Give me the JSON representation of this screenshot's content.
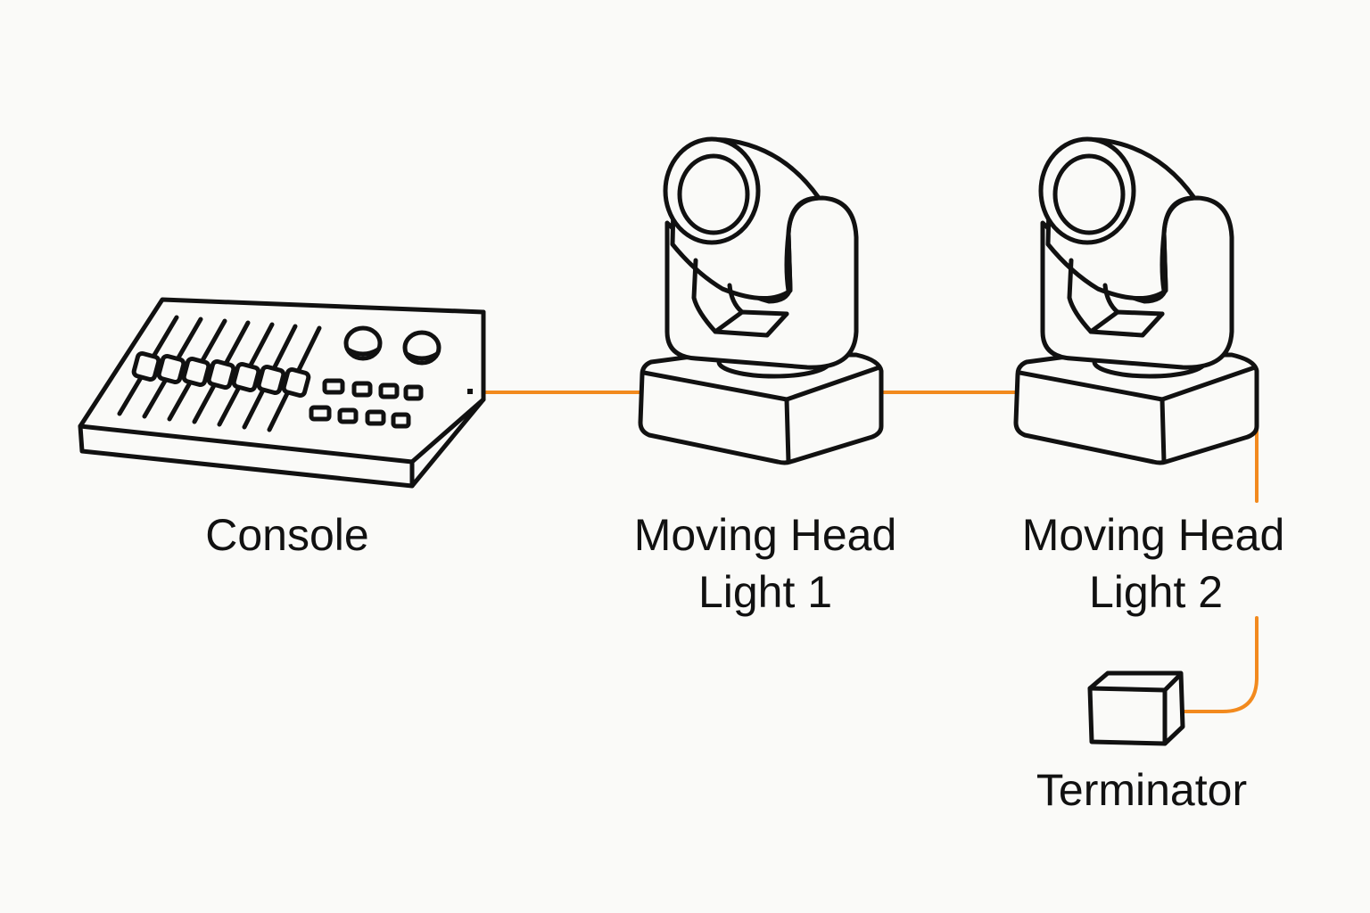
{
  "title": "DMX daisy chain diagram",
  "colors": {
    "cable": "#f28a1e",
    "outline": "#111111",
    "background": "#fafaf8"
  },
  "nodes": [
    {
      "id": "console",
      "icon": "lighting-console-icon",
      "label": "Console"
    },
    {
      "id": "light1",
      "icon": "moving-head-light-icon",
      "label_line1": "Moving Head",
      "label_line2": "Light 1"
    },
    {
      "id": "light2",
      "icon": "moving-head-light-icon",
      "label_line1": "Moving Head",
      "label_line2": "Light 2"
    },
    {
      "id": "terminator",
      "icon": "terminator-box-icon",
      "label": "Terminator"
    }
  ],
  "connections": [
    {
      "from": "console",
      "to": "light1"
    },
    {
      "from": "light1",
      "to": "light2"
    },
    {
      "from": "light2",
      "to": "terminator"
    }
  ]
}
